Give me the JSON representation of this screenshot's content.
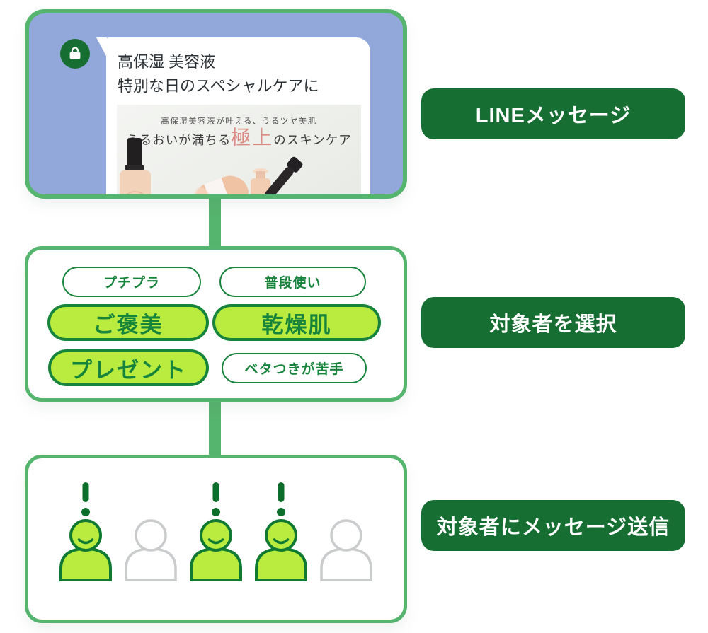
{
  "steps": [
    {
      "label": "LINEメッセージ"
    },
    {
      "label": "対象者を選択"
    },
    {
      "label": "対象者にメッセージ送信"
    }
  ],
  "message": {
    "title_line1": "高保湿 美容液",
    "title_line2": "特別な日のスペシャルケアに",
    "banner": {
      "tagline": "高保湿美容液が叶える、うるツヤ美肌",
      "headline_pre": "うるおいが満ちる",
      "headline_accent": "極上",
      "headline_post": "のスキンケア"
    }
  },
  "audience": {
    "tags": [
      {
        "label": "プチプラ",
        "selected": false
      },
      {
        "label": "普段使い",
        "selected": false
      },
      {
        "label": "ご褒美",
        "selected": true
      },
      {
        "label": "乾燥肌",
        "selected": true
      },
      {
        "label": "プレゼント",
        "selected": true
      },
      {
        "label": "ベタつきが苦手",
        "selected": false
      }
    ]
  },
  "recipients": {
    "people": [
      {
        "state": "selected"
      },
      {
        "state": "unselected"
      },
      {
        "state": "selected"
      },
      {
        "state": "selected"
      },
      {
        "state": "unselected"
      }
    ]
  },
  "icons": {
    "avatar": "shopping-bag-icon",
    "alert": "exclamation-icon",
    "recipient": "person-icon"
  },
  "colors": {
    "frame_green": "#55b46d",
    "deep_green": "#166e32",
    "pill_green": "#17843c",
    "lime": "#b9ec3e",
    "bubble_blue": "#92a8db",
    "person_green": "#107a33",
    "excl_green": "#0b6e2a",
    "accent_pink": "#dc8a84",
    "gray_outline": "#c9cbcc"
  }
}
